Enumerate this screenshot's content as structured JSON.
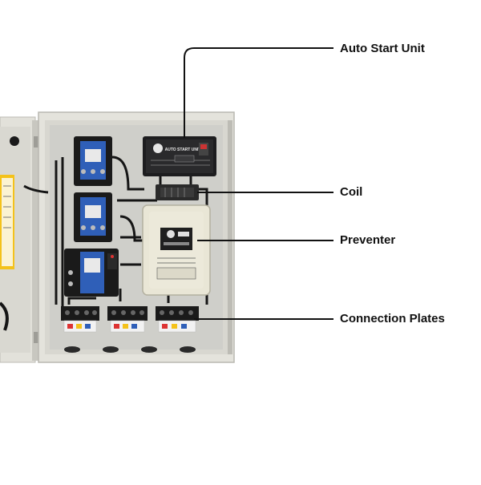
{
  "callouts": [
    {
      "id": "auto-start-unit",
      "label": "Auto Start Unit"
    },
    {
      "id": "coil",
      "label": "Coil"
    },
    {
      "id": "preventer",
      "label": "Preventer"
    },
    {
      "id": "connection-plates",
      "label": "Connection Plates"
    }
  ],
  "panel": {
    "auto_start_unit_text": "AUTO START UNIT",
    "preventer_brand": "",
    "colors": {
      "enclosure": "#e4e3dc",
      "enclosure_inner": "#d8d7d0",
      "backplate": "#cfcfca",
      "auto_start_box": "#1d1d1f",
      "preventer_body": "#e9e6d6",
      "contactor_blue": "#2f5fb8",
      "terminal_black": "#1a1a1a",
      "wire_black": "#151515",
      "label_yellow": "#f4c21a",
      "leader_line": "#111111"
    }
  }
}
